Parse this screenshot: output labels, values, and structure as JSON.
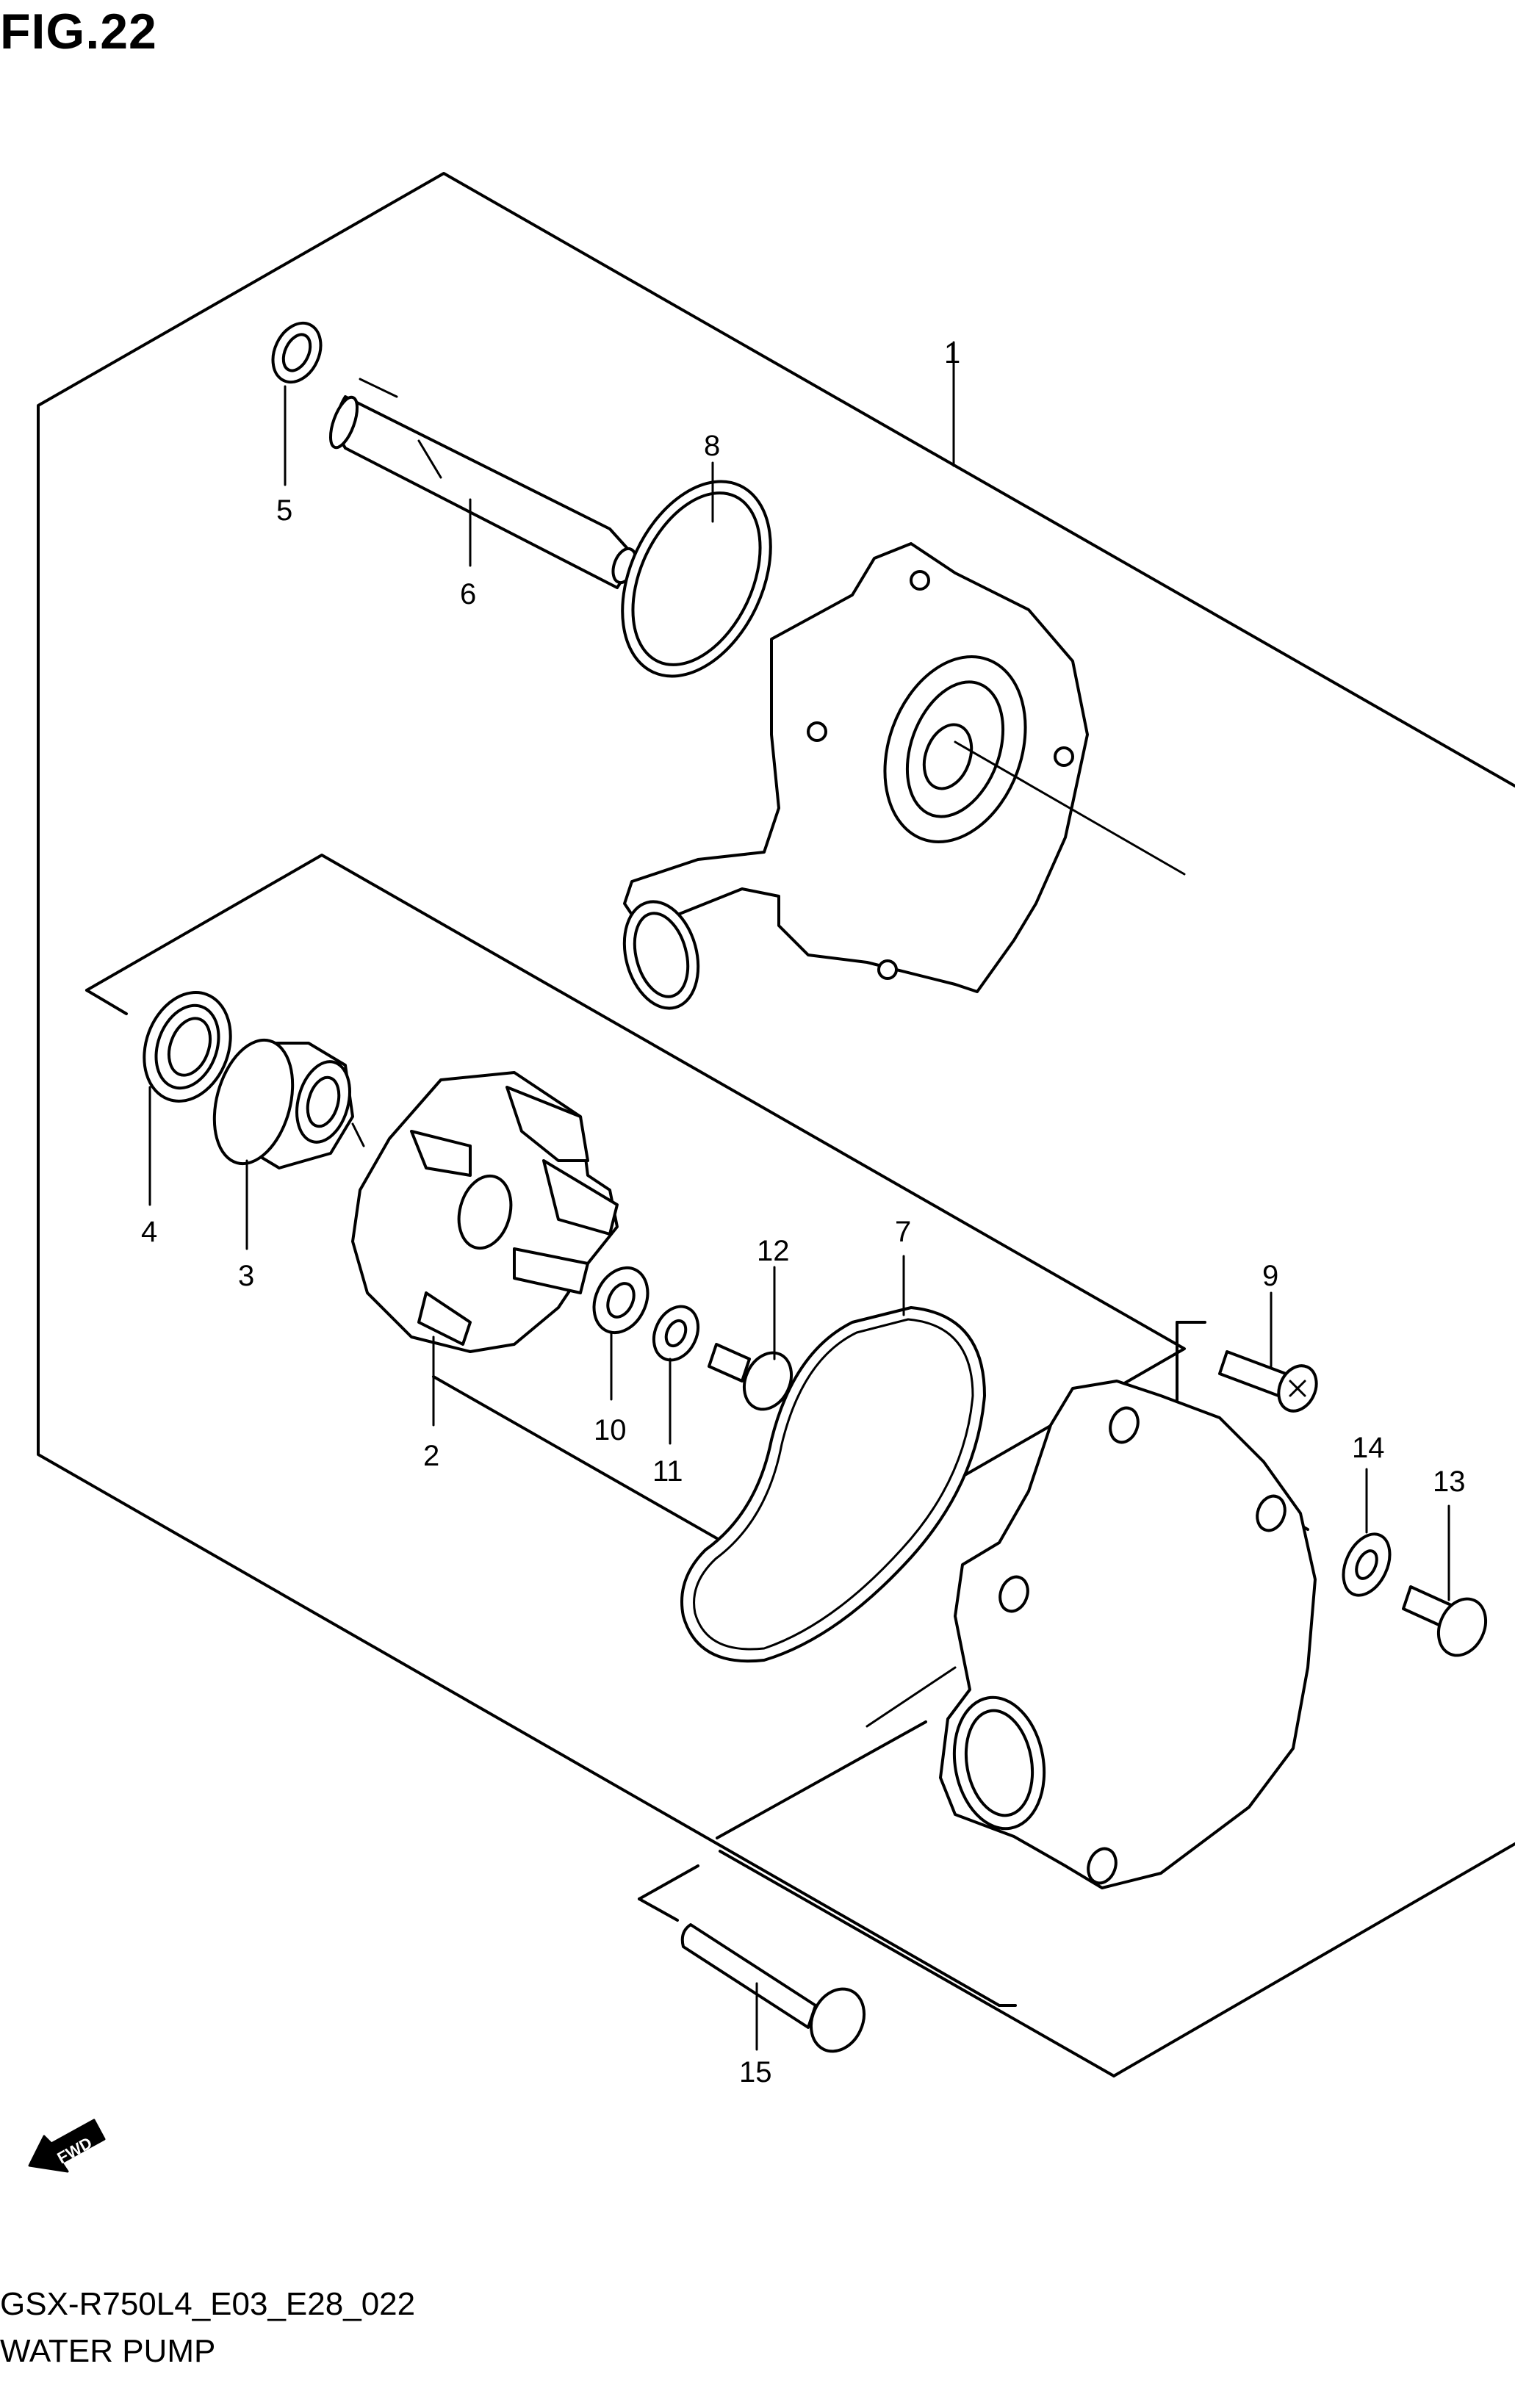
{
  "figure": {
    "title": "FIG.22"
  },
  "caption": {
    "code": "GSX-R750L4_E03_E28_022",
    "name": "WATER PUMP"
  },
  "callouts": {
    "c1": "1",
    "c2": "2",
    "c3": "3",
    "c4": "4",
    "c5": "5",
    "c6": "6",
    "c7": "7",
    "c8": "8",
    "c9": "9",
    "c10": "10",
    "c11": "11",
    "c12": "12",
    "c13": "13",
    "c14": "14",
    "c15": "15"
  },
  "direction_arrow": {
    "label": "FWD",
    "icon": "forward-arrow-icon"
  },
  "colors": {
    "line": "#000000",
    "background": "#ffffff"
  }
}
